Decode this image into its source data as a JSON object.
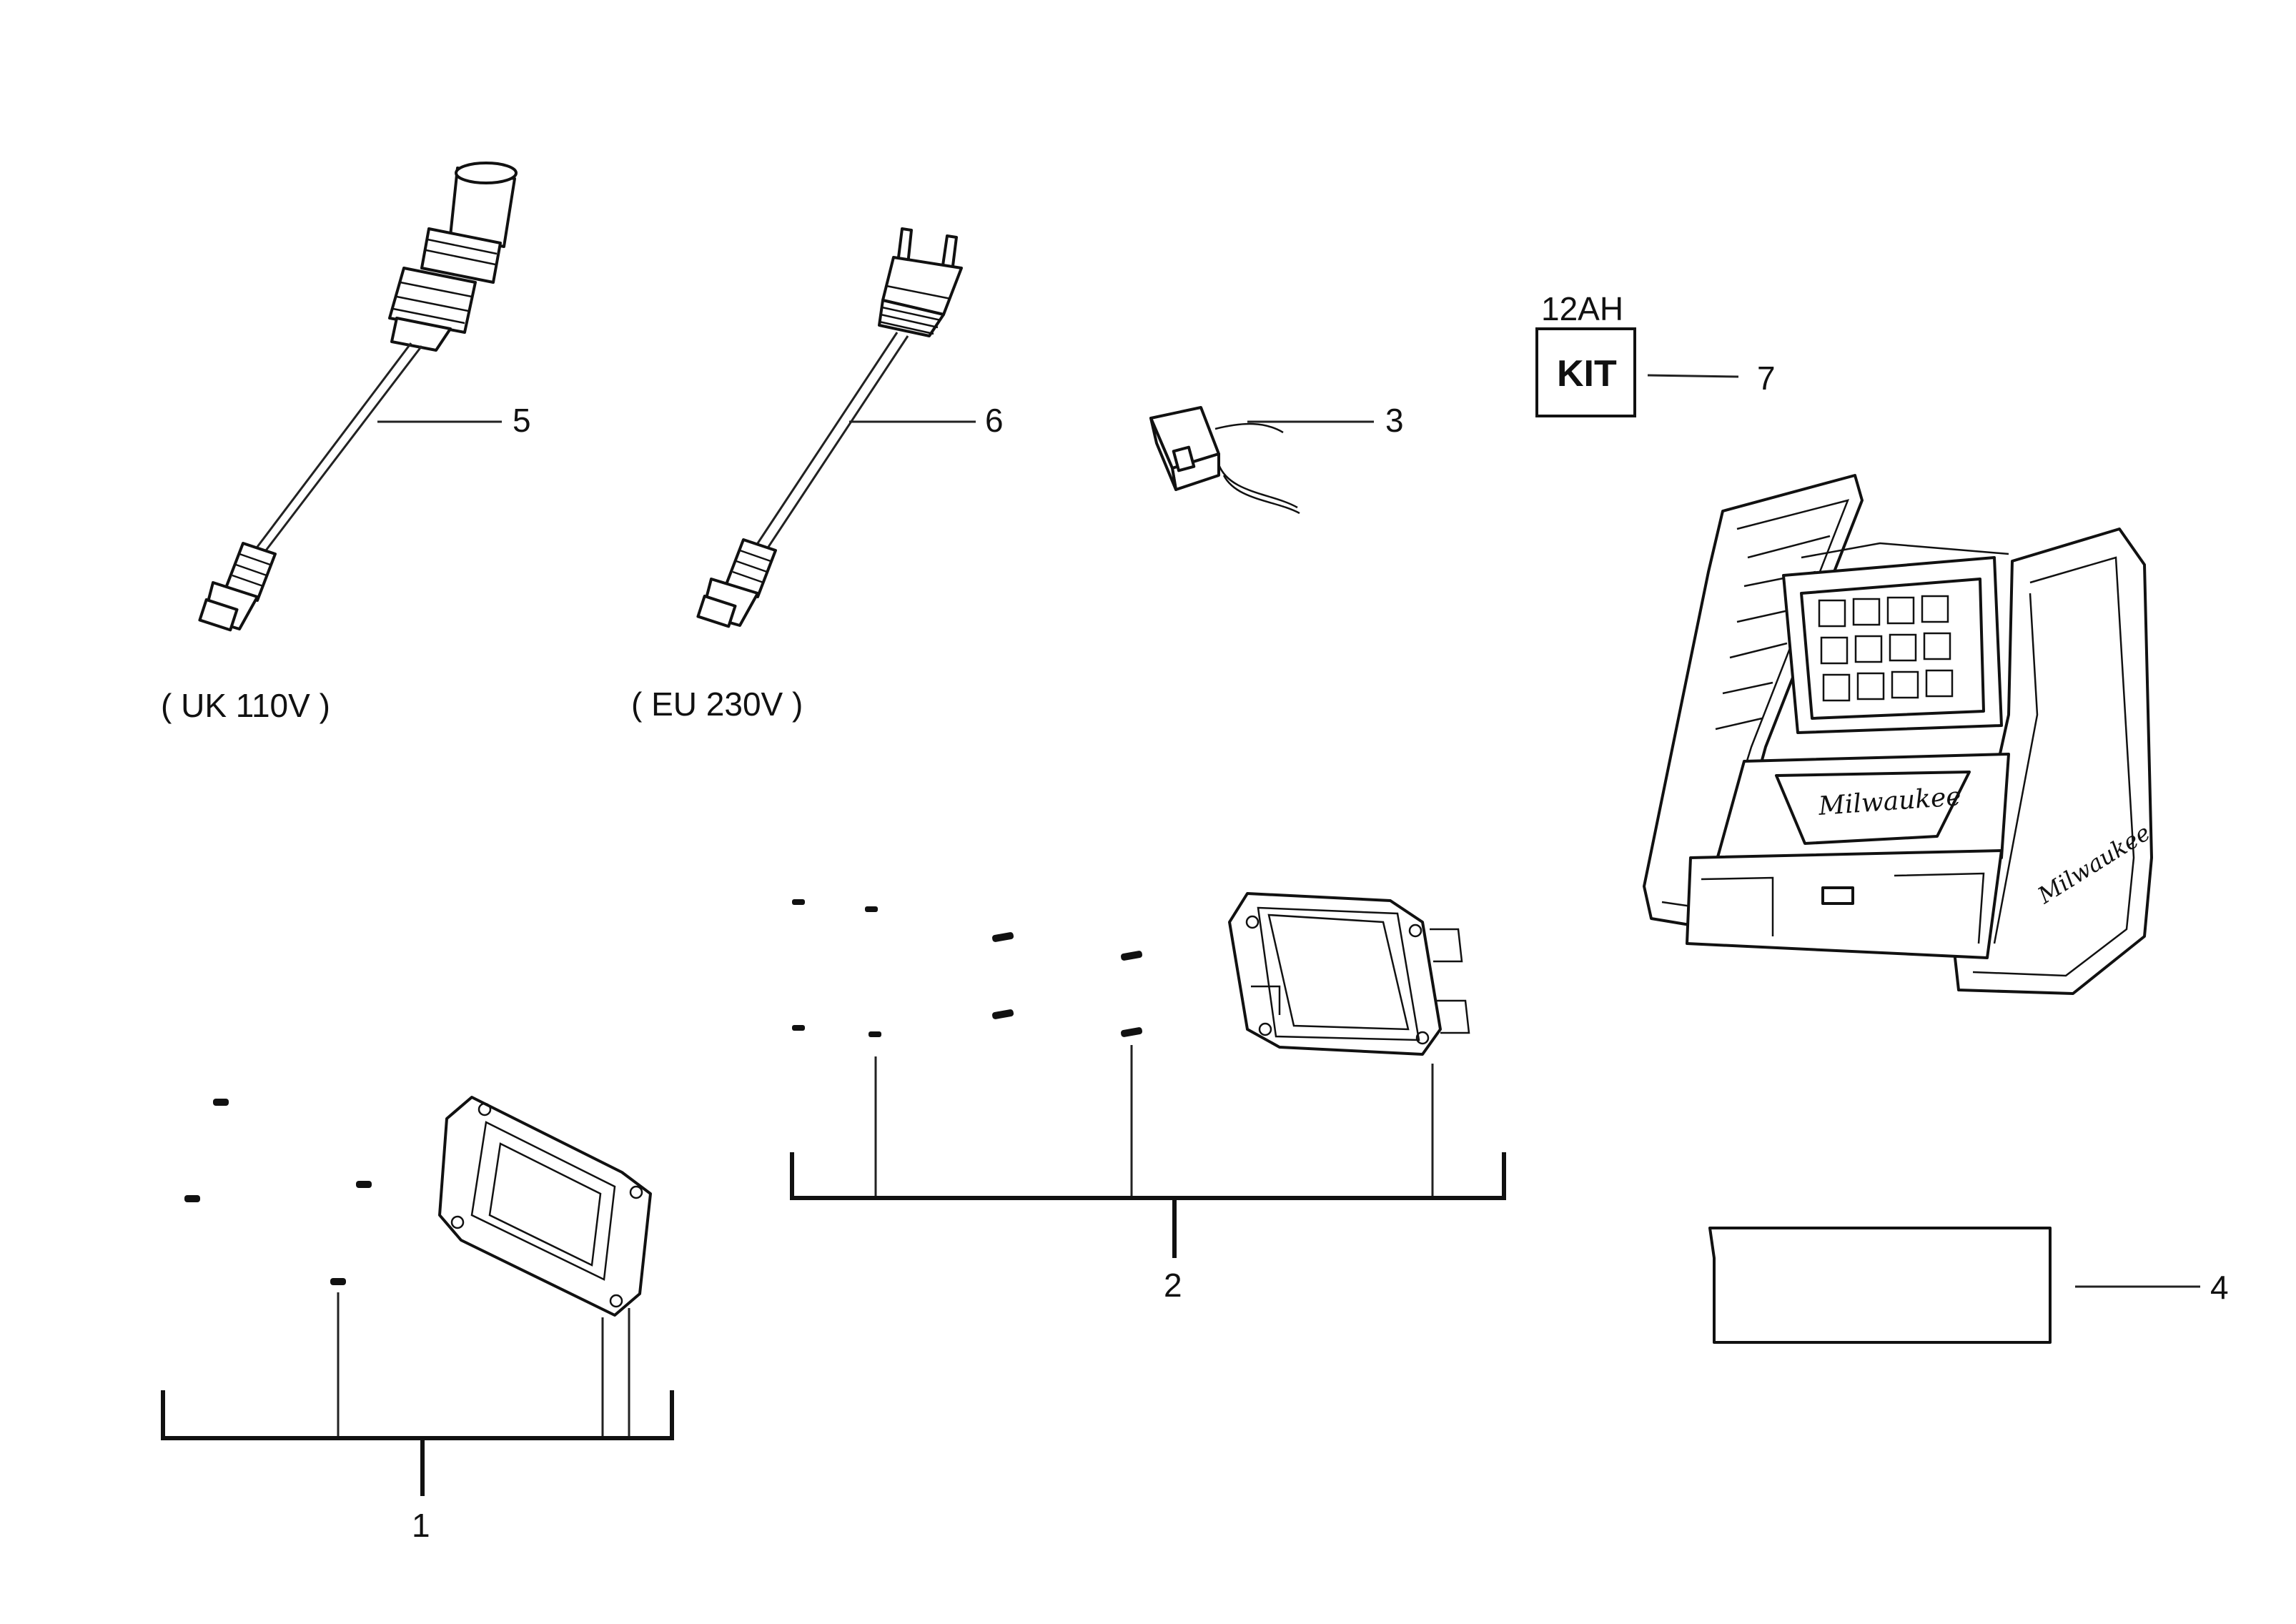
{
  "callouts": {
    "item1": "1",
    "item2": "2",
    "item3": "3",
    "item4": "4",
    "item5": "5",
    "item6": "6",
    "item7": "7"
  },
  "captions": {
    "uk": "( UK 110V )",
    "eu": "( EU 230V )"
  },
  "kit": {
    "top": "12AH",
    "box": "KIT"
  },
  "icons": [
    "uk-plug-cord-icon",
    "eu-plug-cord-icon",
    "connector-icon",
    "floodlight-icon",
    "lens-frame-icon",
    "mounting-frame-icon",
    "screw-icon",
    "label-plate-icon"
  ]
}
